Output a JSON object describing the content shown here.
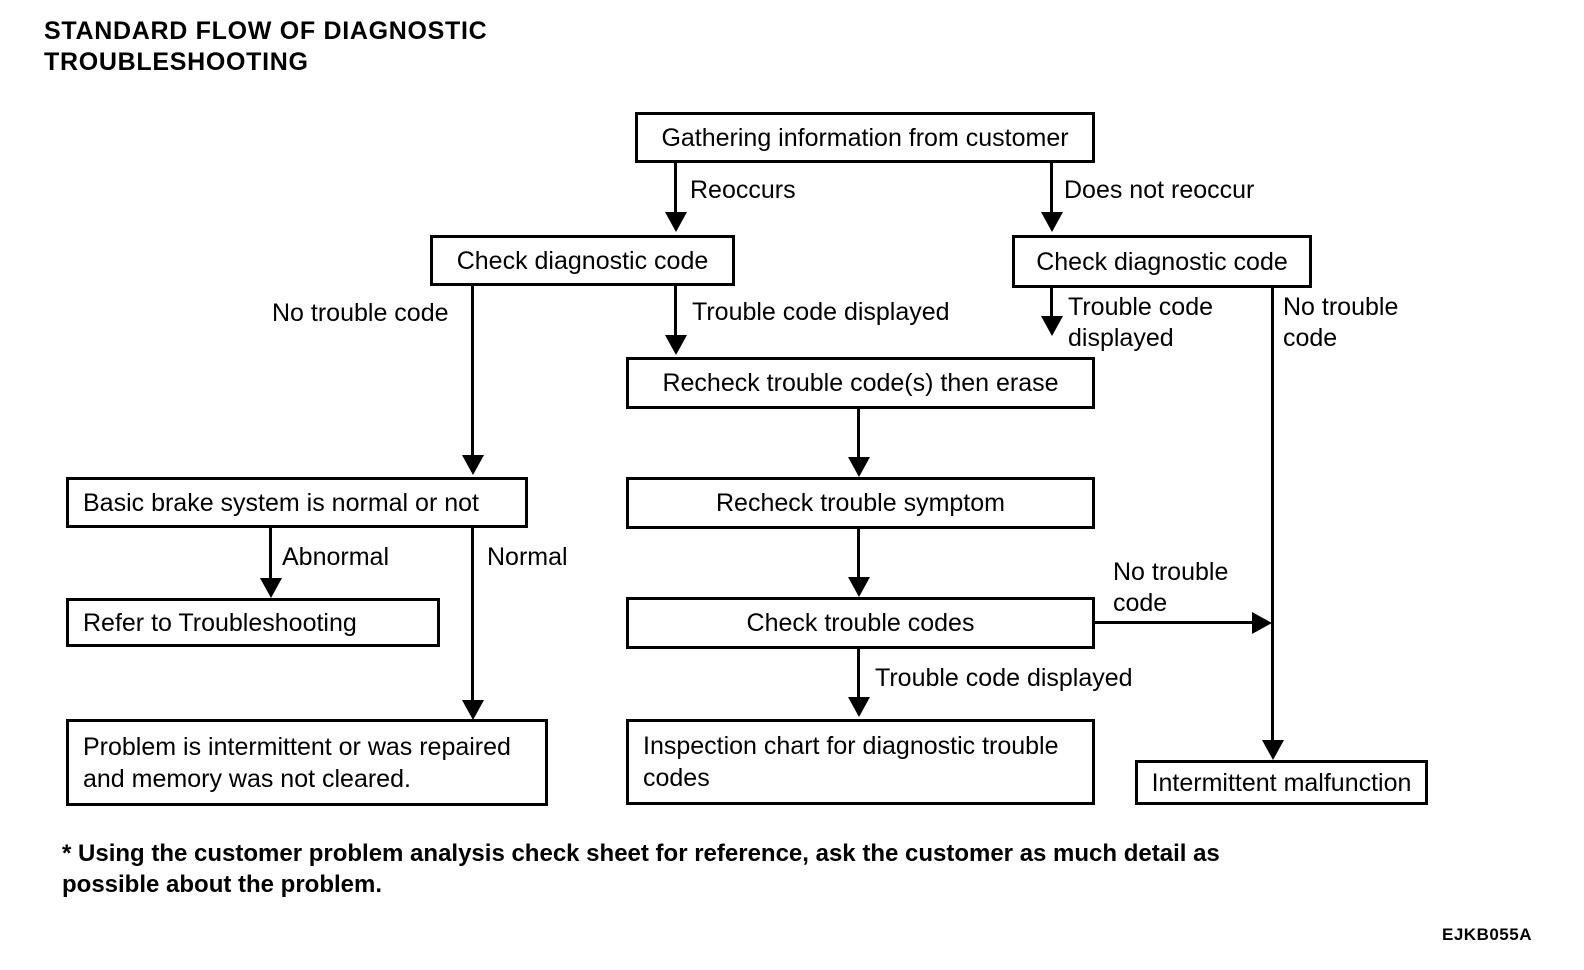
{
  "title": "STANDARD FLOW OF DIAGNOSTIC\nTROUBLESHOOTING",
  "figure_code": "EJKB055A",
  "footnote": "* Using the customer problem analysis check sheet for reference, ask the customer as much detail as\n   possible about the problem.",
  "nodes": {
    "gathering": "Gathering information from customer",
    "check_diag_left": "Check diagnostic code",
    "check_diag_right": "Check diagnostic code",
    "recheck_erase": "Recheck trouble code(s) then erase",
    "recheck_symptom": "Recheck trouble symptom",
    "check_trouble_codes": "Check trouble codes",
    "inspection_chart": "Inspection chart for diagnostic trouble codes",
    "basic_brake": "Basic brake system is normal or not",
    "refer_troubleshooting": "Refer to Troubleshooting",
    "problem_intermittent": "Problem is intermittent or was repaired and memory was not cleared.",
    "intermittent_malfunction": "Intermittent malfunction"
  },
  "edge_labels": {
    "reoccurs": "Reoccurs",
    "does_not_reoccur": "Does not reoccur",
    "no_trouble_code_left": "No trouble code",
    "trouble_code_displayed_left": "Trouble code displayed",
    "trouble_code_displayed_right": "Trouble code\ndisplayed",
    "no_trouble_code_right": "No trouble\ncode",
    "abnormal": "Abnormal",
    "normal": "Normal",
    "no_trouble_code_mid": "No trouble\ncode",
    "trouble_code_displayed_bottom": "Trouble code displayed"
  },
  "chart_data": {
    "type": "diagram",
    "title": "STANDARD FLOW OF DIAGNOSTIC TROUBLESHOOTING",
    "nodes": [
      {
        "id": "gathering",
        "label": "Gathering information from customer"
      },
      {
        "id": "check_diag_left",
        "label": "Check diagnostic code"
      },
      {
        "id": "check_diag_right",
        "label": "Check diagnostic code"
      },
      {
        "id": "recheck_erase",
        "label": "Recheck trouble code(s) then erase"
      },
      {
        "id": "recheck_symptom",
        "label": "Recheck trouble symptom"
      },
      {
        "id": "check_trouble_codes",
        "label": "Check trouble codes"
      },
      {
        "id": "inspection_chart",
        "label": "Inspection chart for diagnostic trouble codes"
      },
      {
        "id": "basic_brake",
        "label": "Basic brake system is normal or not"
      },
      {
        "id": "refer_troubleshooting",
        "label": "Refer to Troubleshooting"
      },
      {
        "id": "problem_intermittent",
        "label": "Problem is intermittent or was repaired and memory was not cleared."
      },
      {
        "id": "intermittent_malfunction",
        "label": "Intermittent malfunction"
      }
    ],
    "edges": [
      {
        "from": "gathering",
        "to": "check_diag_left",
        "label": "Reoccurs"
      },
      {
        "from": "gathering",
        "to": "check_diag_right",
        "label": "Does not reoccur"
      },
      {
        "from": "check_diag_left",
        "to": "basic_brake",
        "label": "No trouble code"
      },
      {
        "from": "check_diag_left",
        "to": "recheck_erase",
        "label": "Trouble code displayed"
      },
      {
        "from": "check_diag_right",
        "to": "recheck_erase",
        "label": "Trouble code displayed"
      },
      {
        "from": "check_diag_right",
        "to": "intermittent_malfunction",
        "label": "No trouble code"
      },
      {
        "from": "recheck_erase",
        "to": "recheck_symptom",
        "label": ""
      },
      {
        "from": "recheck_symptom",
        "to": "check_trouble_codes",
        "label": ""
      },
      {
        "from": "check_trouble_codes",
        "to": "inspection_chart",
        "label": "Trouble code displayed"
      },
      {
        "from": "check_trouble_codes",
        "to": "intermittent_malfunction",
        "label": "No trouble code"
      },
      {
        "from": "basic_brake",
        "to": "refer_troubleshooting",
        "label": "Abnormal"
      },
      {
        "from": "basic_brake",
        "to": "problem_intermittent",
        "label": "Normal"
      }
    ]
  }
}
